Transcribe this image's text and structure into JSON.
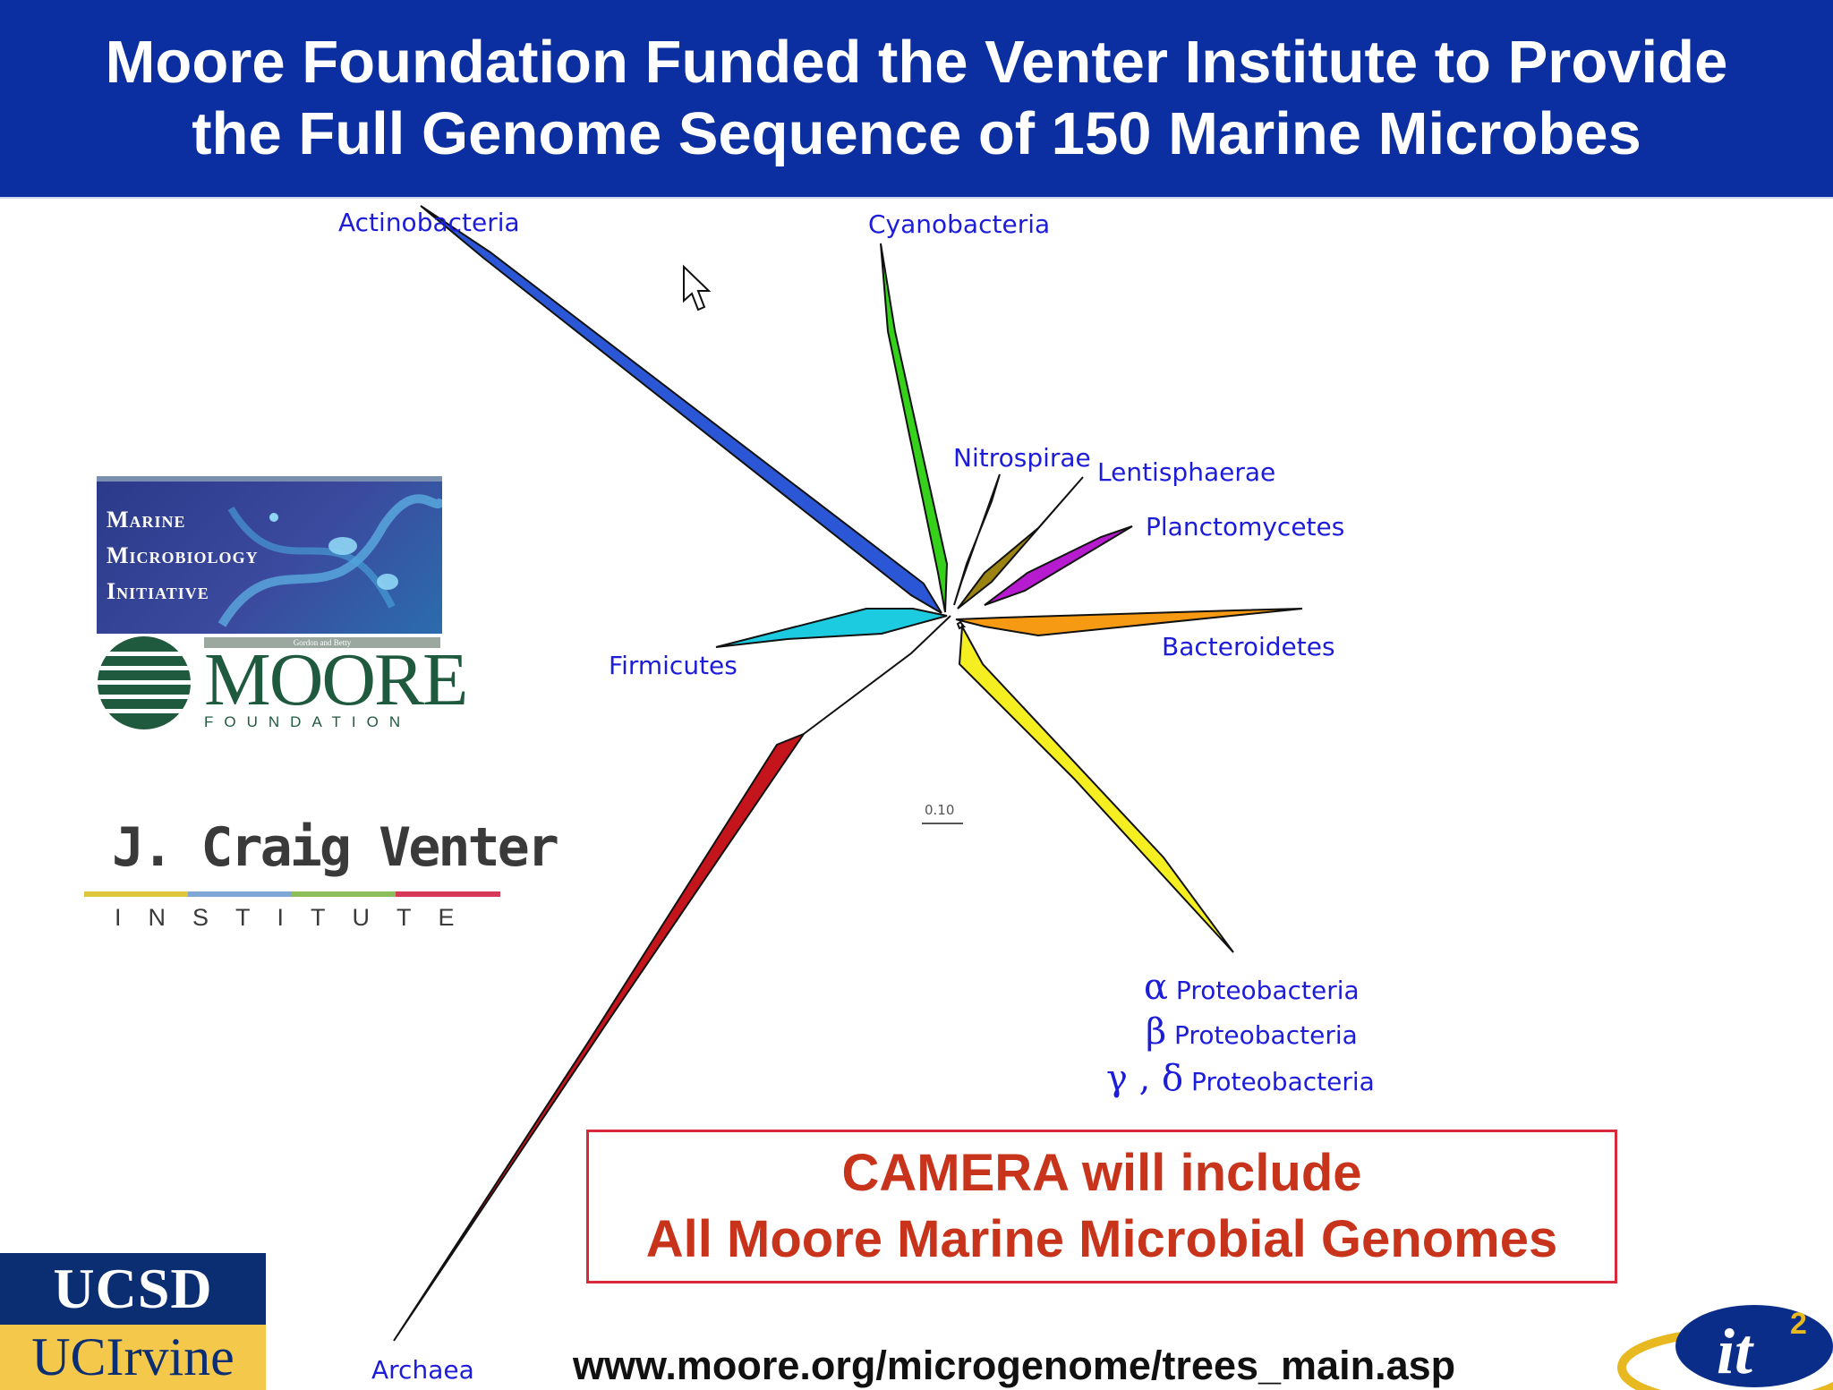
{
  "title": {
    "line1": "Moore Foundation Funded the Venter Institute to Provide",
    "line2": "the Full Genome Sequence of 150 Marine Microbes"
  },
  "tree": {
    "clades": {
      "actinobacteria": "Actinobacteria",
      "cyanobacteria": "Cyanobacteria",
      "nitrospirae": "Nitrospirae",
      "lentisphaerae": "Lentisphaerae",
      "planctomycetes": "Planctomycetes",
      "bacteroidetes": "Bacteroidetes",
      "firmicutes": "Firmicutes",
      "archaea": "Archaea",
      "alpha_proteo": "Proteobacteria",
      "beta_proteo": "Proteobacteria",
      "gamma_delta_proteo": "Proteobacteria"
    },
    "greek": {
      "alpha": "α",
      "beta": "β",
      "gamma_delta": "γ , δ"
    },
    "scale_label": "0.10",
    "colors": {
      "actinobacteria": "#2b57d6",
      "cyanobacteria": "#36d11a",
      "nitrospirae": "#e49ad8",
      "lentisphaerae": "#9b8312",
      "planctomycetes": "#b61bd0",
      "bacteroidetes": "#f59a12",
      "firmicutes": "#1ccbe0",
      "proteobacteria": "#f5ef22",
      "archaea": "#c4141c"
    }
  },
  "logos": {
    "mmi": {
      "line1": "Marine",
      "line2": "Microbiology",
      "line3": "Initiative"
    },
    "moore": {
      "tagline": "Gordon and Betty",
      "name": "MOORE",
      "sub": "FOUNDATION"
    },
    "venter": {
      "name": "J. Craig Venter",
      "sub": "INSTITUTE"
    },
    "uc": {
      "top": "UCSD",
      "bottom": "UCIrvine"
    },
    "it2": {
      "main": "it",
      "superscript": "2"
    }
  },
  "callout": {
    "line1": "CAMERA will include",
    "line2": "All Moore Marine Microbial Genomes"
  },
  "url": "www.moore.org/microgenome/trees_main.asp"
}
